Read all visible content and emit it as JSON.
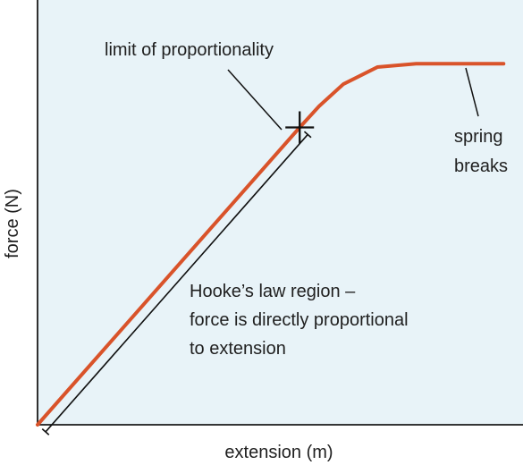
{
  "chart_data": {
    "type": "line",
    "title": "",
    "xlabel": "extension (m)",
    "ylabel": "force (N)",
    "grid": false,
    "x_ticks": [],
    "y_ticks": [],
    "xlim": [
      0,
      10
    ],
    "ylim": [
      0,
      10
    ],
    "series": [
      {
        "points": [
          [
            0,
            0
          ],
          [
            5.4,
            7.0
          ],
          [
            5.8,
            7.5
          ],
          [
            6.3,
            8.02
          ],
          [
            7.0,
            8.42
          ],
          [
            7.8,
            8.5
          ],
          [
            9.6,
            8.5
          ]
        ]
      }
    ],
    "annotations": {
      "limit_of_proportionality": {
        "text": "limit of proportionality",
        "point": [
          5.4,
          7.0
        ]
      },
      "spring_breaks": {
        "text_lines": [
          "spring",
          "breaks"
        ],
        "point": [
          9.6,
          8.5
        ]
      },
      "hookes_region": {
        "text_lines": [
          "Hooke’s law region –",
          "force is directly proportional",
          "to extension"
        ],
        "from": [
          0,
          0
        ],
        "to": [
          5.4,
          7.0
        ]
      }
    },
    "colors": {
      "background": "#E8F3F8",
      "line": "#D9532A",
      "axis": "#1a1a1a",
      "annotation": "#111111"
    }
  }
}
